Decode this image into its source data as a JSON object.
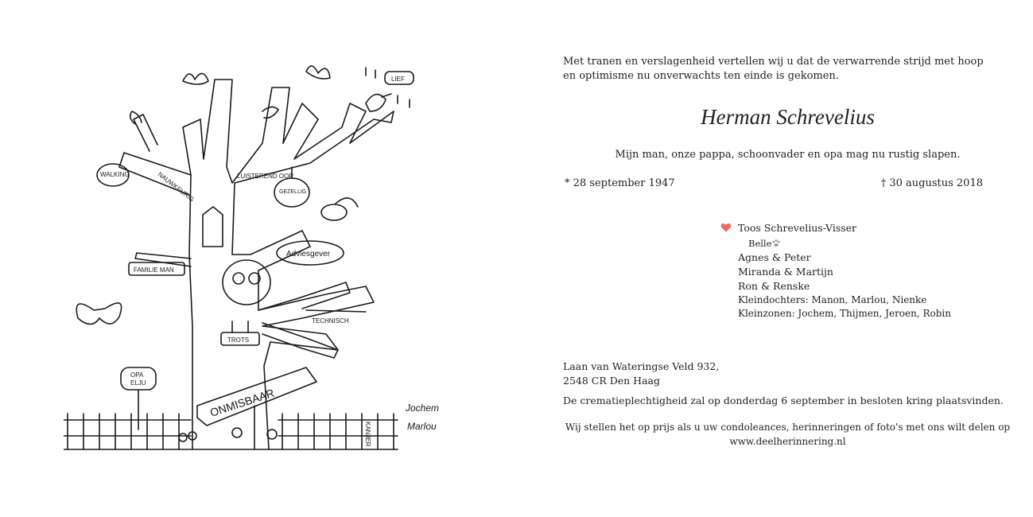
{
  "intro": "Met tranen en verslagenheid vertellen wij u dat de verwarrende strijd met hoop en optimisme nu onverwachts ten einde is gekomen.",
  "deceased_name": "Herman Schrevelius",
  "subline": "Mijn man, onze pappa, schoonvader en opa mag nu rustig slapen.",
  "born": "* 28 september 1947",
  "died": "† 30 augustus 2018",
  "family": [
    "Toos Schrevelius-Visser",
    "Belle",
    "Agnes & Peter",
    "Miranda & Martijn",
    "Ron & Renske",
    "Kleindochters: Manon, Marlou, Nienke",
    "Kleinzonen: Jochem, Thijmen, Jeroen, Robin"
  ],
  "address": [
    "Laan van Wateringse Veld 932,",
    "2548 CR  Den Haag"
  ],
  "ceremony": "De crematieplechtigheid zal op donderdag 6 september in besloten kring plaatsvinden.",
  "closing": "Wij stellen het op prijs als u uw condoleances, herinneringen of foto's met ons wilt delen op www.deelherinnering.nl",
  "drawing_labels": {
    "walking": "WALKING",
    "nauwkeurig": "NAUWKEURIG",
    "luisterend": "LUISTEREND OOR",
    "gezellig": "GEZELLIG",
    "lief": "LIEF",
    "familieman": "FAMILIE MAN",
    "adviesgever": "Adviesgever",
    "technisch": "TECHNISCH",
    "trots": "TROTS",
    "opa": "OPA",
    "opa2": "ELJU",
    "onmisbaar": "ONMISBAAR",
    "signature1": "Jochem",
    "signature2": "Marlou",
    "fence_label": "KANJER"
  },
  "colors": {
    "heart": "#f06a5f",
    "ink": "#1a1a1a"
  },
  "icons": [
    "heart-icon",
    "paw-icon"
  ]
}
